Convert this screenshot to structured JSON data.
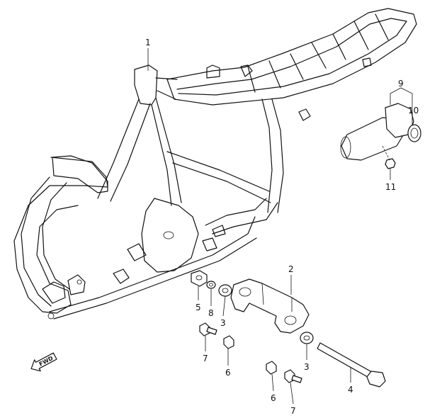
{
  "diagram": {
    "callouts": [
      {
        "id": "1",
        "text": "1"
      },
      {
        "id": "2",
        "text": "2"
      },
      {
        "id": "3a",
        "text": "3"
      },
      {
        "id": "3b",
        "text": "3"
      },
      {
        "id": "4",
        "text": "4"
      },
      {
        "id": "5",
        "text": "5"
      },
      {
        "id": "6a",
        "text": "6"
      },
      {
        "id": "6b",
        "text": "6"
      },
      {
        "id": "7a",
        "text": "7"
      },
      {
        "id": "7b",
        "text": "7"
      },
      {
        "id": "8",
        "text": "8"
      },
      {
        "id": "9",
        "text": "9"
      },
      {
        "id": "10",
        "text": "10"
      },
      {
        "id": "11",
        "text": "11"
      }
    ],
    "direction_marker": {
      "text": "FWD",
      "icon": "forward-arrow-icon"
    }
  }
}
